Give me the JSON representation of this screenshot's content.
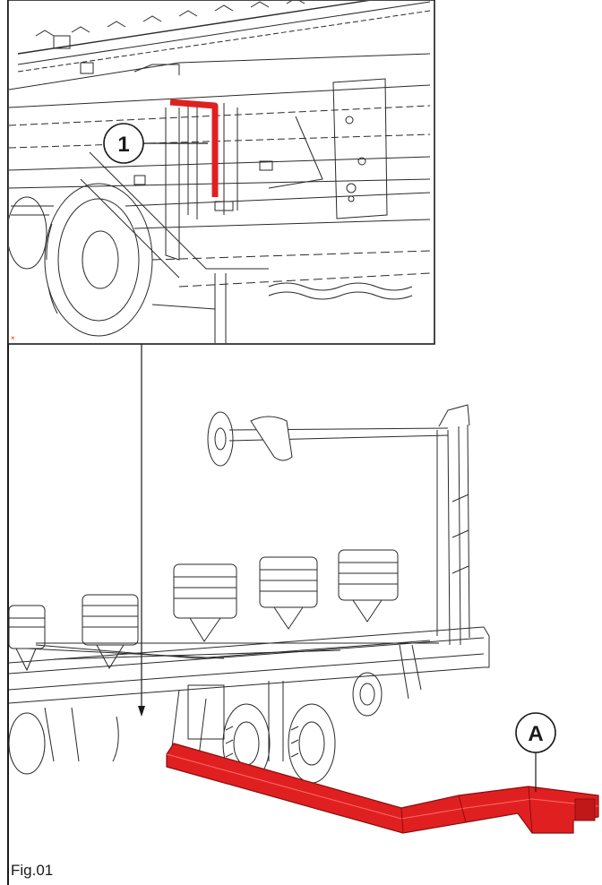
{
  "figure": {
    "caption": "Fig.01",
    "callouts": {
      "detail_part": "1",
      "main_part": "A"
    },
    "highlight_color": "#e02020",
    "line_color": "#1a1a1a"
  }
}
